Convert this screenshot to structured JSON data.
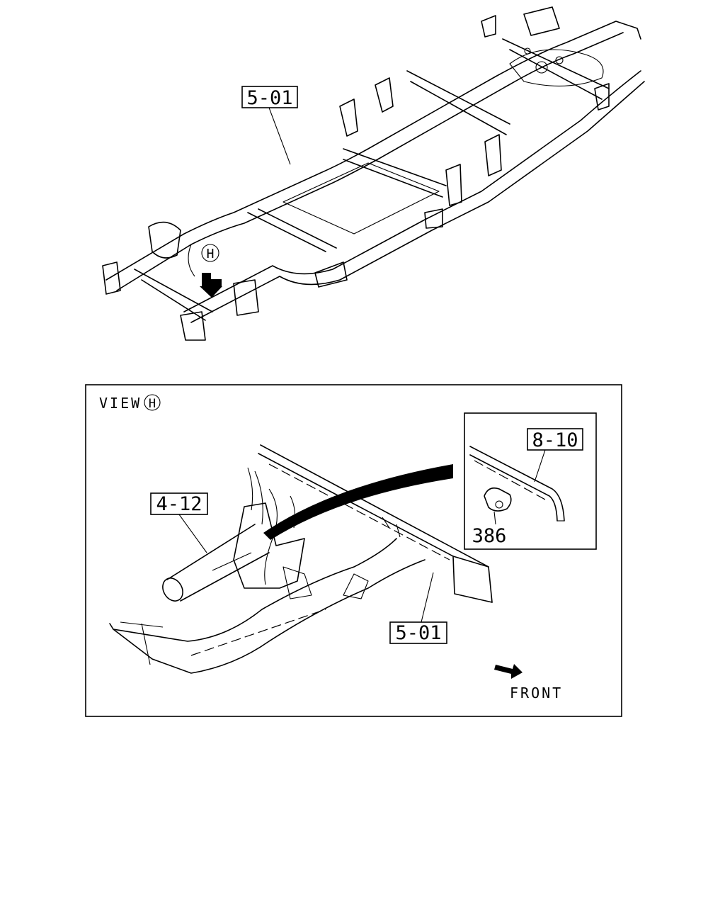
{
  "top_diagram": {
    "frame_callout": "5-01",
    "view_marker": "H"
  },
  "view_panel": {
    "title": "VIEW",
    "title_marker": "H",
    "labels": {
      "frame": "5-01",
      "harness": "4-12",
      "inset_part": "8-10",
      "clip": "386"
    },
    "direction": "FRONT"
  }
}
